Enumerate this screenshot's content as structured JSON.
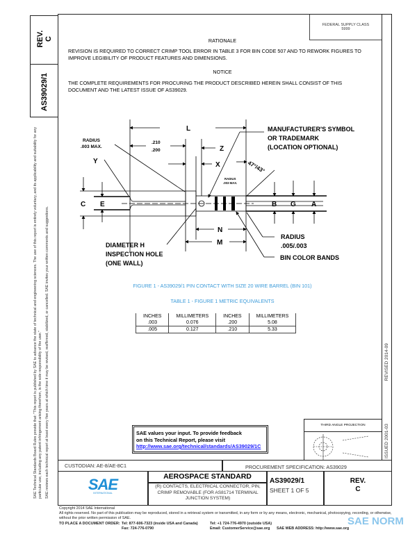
{
  "side_left": {
    "rev_label": "REV.",
    "rev_value": "C",
    "doc_number": "AS39029/1",
    "disclaimer_1": "SAE Technical Standards Board Rules provide that: \"This report is published by SAE to advance the state of technical and engineering sciences. The use of this report is entirely voluntary, and its applicability and suitability for any particular use, including any patent infringement arising therefrom, is the sole responsibility of the user.\"",
    "disclaimer_2": "SAE reviews each technical report at least every five years at which time it may be revised, reaffirmed, stabilized, or cancelled. SAE invites your written comments and suggestions."
  },
  "side_right": {
    "issued": "ISSUED 2001-03",
    "revised": "REVISED 2014-09"
  },
  "fsc": {
    "label": "FEDERAL SUPPLY CLASS",
    "value": "5999"
  },
  "rationale": {
    "heading": "RATIONALE",
    "text": "REVISION IS REQUIRED TO CORRECT CRIMP TOOL ERROR IN TABLE 3 FOR BIN CODE 507 AND TO REWORK FIGURES TO IMPROVE LEGIBILITY OF PRODUCT FEATURES AND DIMENSIONS."
  },
  "notice": {
    "heading": "NOTICE",
    "text": "THE COMPLETE REQUIREMENTS FOR PROCURING THE PRODUCT DESCRIBED HEREIN SHALL CONSIST OF THIS DOCUMENT AND THE LATEST ISSUE OF AS39029."
  },
  "figure": {
    "labels": {
      "L": "L",
      "dim1": ".210",
      "dim2": ".200",
      "Z": "Z",
      "X": "X",
      "Y": "Y",
      "C": "C",
      "E": "E",
      "B": "B",
      "G": "G",
      "A": "A",
      "N": "N",
      "M": "M",
      "radius_left_1": "RADIUS",
      "radius_left_2": ".003 MAX.",
      "radius_small_1": "RADIUS",
      "radius_small_2": ".003 MAX.",
      "angle": "47°/43°",
      "mfr_1": "MANUFACTURER'S SYMBOL",
      "mfr_2": "OR TRADEMARK",
      "mfr_3": "(LOCATION OPTIONAL)",
      "radius_right_1": "RADIUS",
      "radius_right_2": ".005/.003",
      "bands": "BIN COLOR BANDS",
      "hole_1": "DIAMETER H",
      "hole_2": "INSPECTION HOLE",
      "hole_3": "(ONE WALL)"
    },
    "caption": "FIGURE 1 - AS39029/1 PIN CONTACT WITH SIZE 20 WIRE BARREL (BIN 101)"
  },
  "table1": {
    "caption": "TABLE 1 - FIGURE 1 METRIC EQUIVALENTS",
    "headers": [
      "INCHES",
      "MILLIMETERS",
      "INCHES",
      "MILLIMETERS"
    ],
    "rows": [
      [
        ".003",
        "0.076",
        ".200",
        "5.08"
      ],
      [
        ".005",
        "0.127",
        ".210",
        "5.33"
      ]
    ]
  },
  "feedback": {
    "line1": "SAE values your input. To provide feedback",
    "line2": "on this Technical Report, please visit",
    "link": "http://www.sae.org/technical/standards/AS39029/1C"
  },
  "projection": {
    "label": "THIRD ANGLE PROJECTION"
  },
  "custodian": "CUSTODIAN: AE-8/AE-8C1",
  "procurement": "PROCUREMENT SPECIFICATION: AS39029",
  "title_block": {
    "logo": "SAE",
    "logo_sub": "INTERNATIONAL",
    "standard": "AEROSPACE STANDARD",
    "description": "(R) CONTACTS, ELECTRICAL CONNECTOR, PIN, CRIMP REMOVABLE (FOR AS81714 TERMINAL JUNCTION SYSTEM)",
    "doc_number": "AS39029/1",
    "sheet": "SHEET 1 OF 5",
    "rev_label": "REV.",
    "rev_value": "C"
  },
  "footer": {
    "copyright": "Copyright 2014 SAE International",
    "rights": "All rights reserved. No part of this publication may be reproduced, stored in a retrieval system or transmitted, in any form or by any means, electronic, mechanical, photocopying, recording, or otherwise, without the prior written permission of SAE.",
    "order_label": "TO PLACE A DOCUMENT ORDER:",
    "tel_usa": "Tel: 877-606-7323 (inside USA and Canada)",
    "fax": "Fax: 724-776-0790",
    "tel_intl": "Tel: +1 724-776-4970 (outside USA)",
    "email": "Email: CustomerService@sae.org",
    "web": "SAE WEB ADDRESS: http://www.sae.org",
    "watermark": "SAE NORM"
  },
  "colors": {
    "caption_blue": "#3a9ad9",
    "link_blue": "#1a1aff",
    "logo_blue": "#1e8fd6"
  }
}
